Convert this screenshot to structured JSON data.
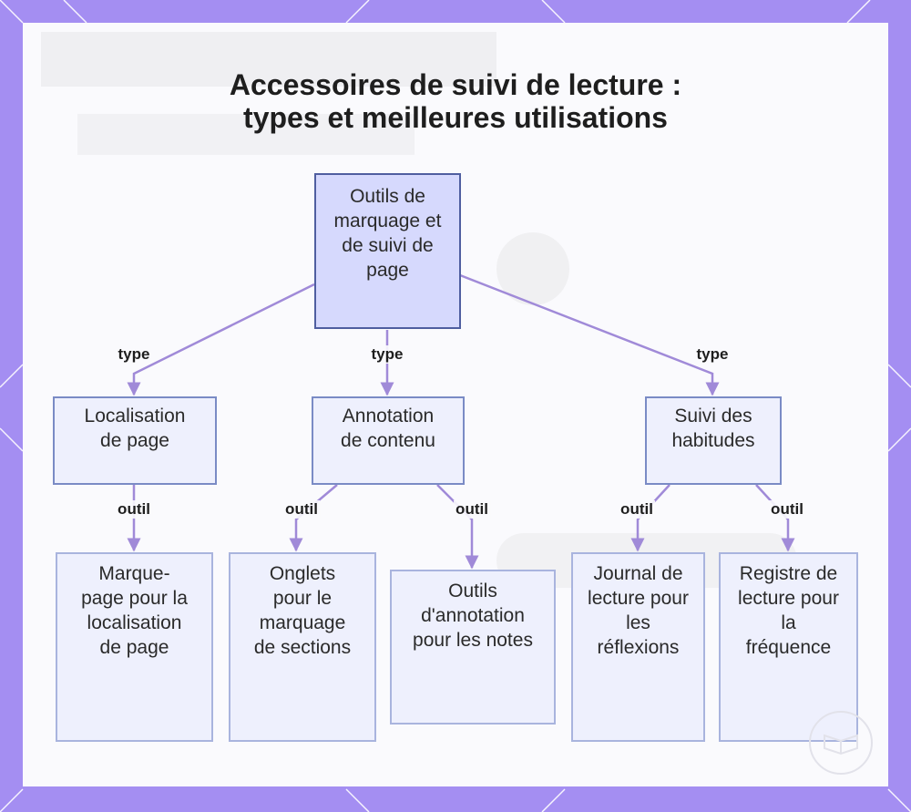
{
  "title": {
    "line1": "Accessoires de suivi de lecture :",
    "line2": "types et meilleures utilisations"
  },
  "nodes": {
    "root": "Outils de marquage et de suivi de page",
    "localisation": "Localisation de page",
    "annotation": "Annotation de contenu",
    "suivi": "Suivi des habitudes",
    "marque_page": "Marque-page pour la localisation de page",
    "onglets": "Onglets pour le marquage de sections",
    "outils_annotation": "Outils d'annotation pour les notes",
    "journal": "Journal de lecture pour les réflexions",
    "registre": "Registre de lecture pour la fréquence"
  },
  "edge_labels": {
    "type_left": "type",
    "type_mid": "type",
    "type_right": "type",
    "outil_loc": "outil",
    "outil_ann_left": "outil",
    "outil_ann_right": "outil",
    "outil_suivi_left": "outil",
    "outil_suivi_right": "outil"
  },
  "colors": {
    "frame": "#a48ef2",
    "edge": "#a08ad8",
    "node_fill": "#eef0fd",
    "root_fill": "#d6d9fd",
    "node_border": "#7a8bc5"
  }
}
